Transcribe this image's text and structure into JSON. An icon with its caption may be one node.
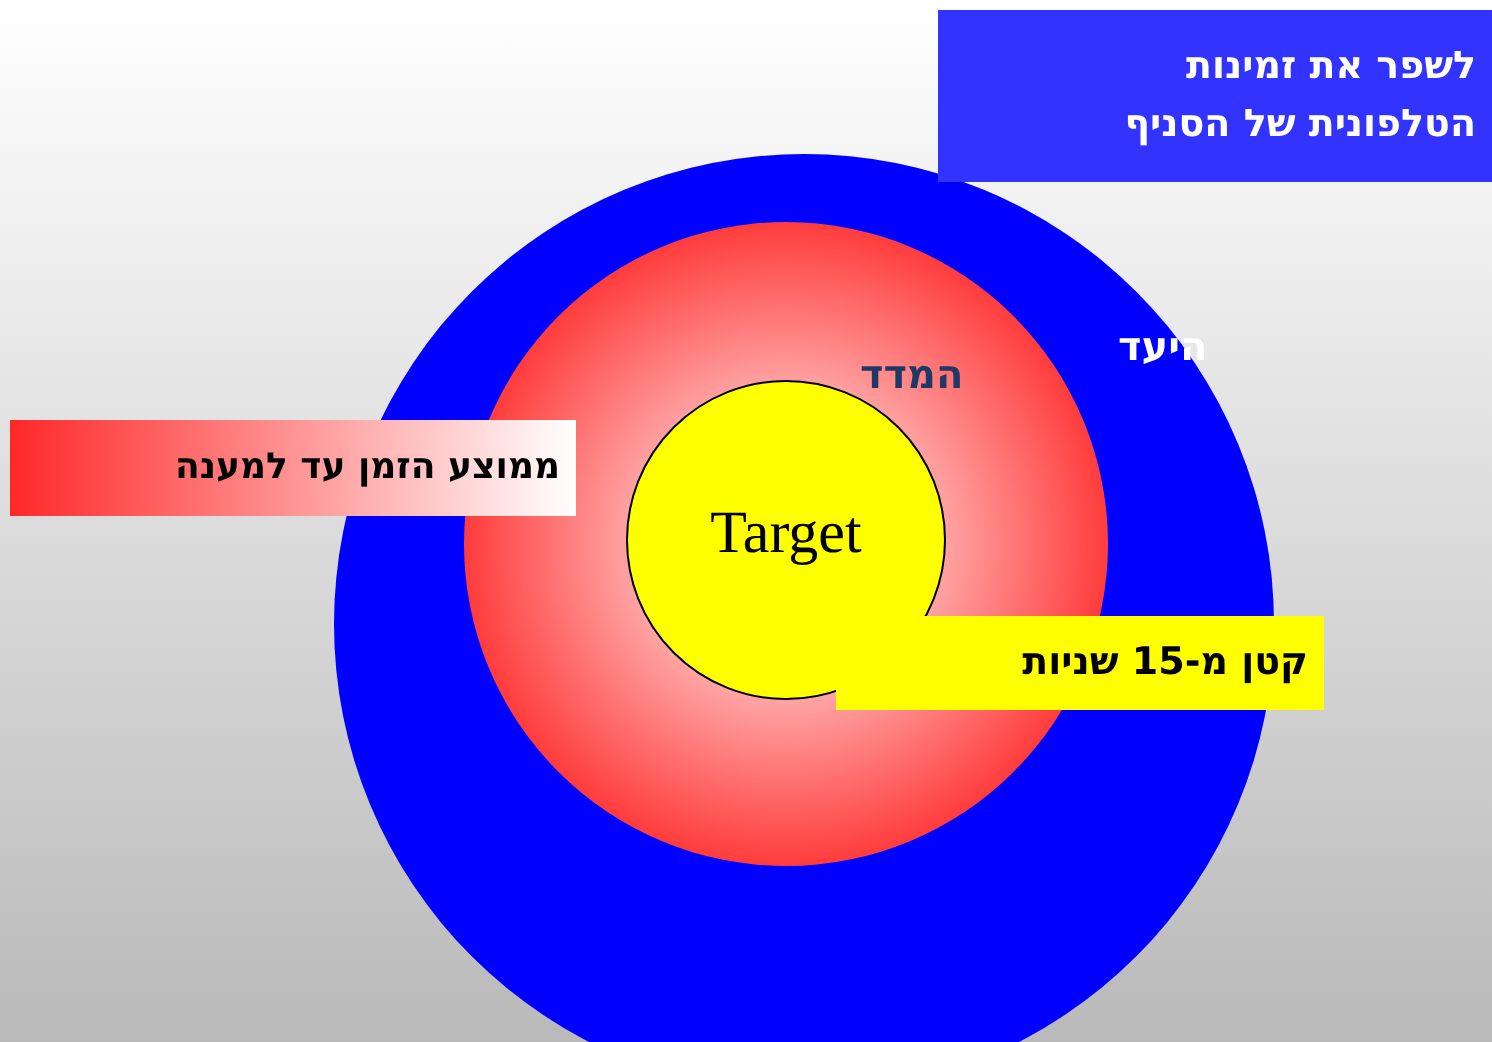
{
  "diagram": {
    "nodes": [
      {
        "text": [
          "היעד"
        ]
      },
      {
        "text": [
          "המדד"
        ],
        "in": 0
      },
      {
        "text": [
          "Target"
        ],
        "in": 1
      },
      {
        "text": [
          "לשפר את זמינות הטלפונית של הסניף"
        ]
      },
      {
        "text": [
          "ממוצע הזמן עד למענה"
        ]
      },
      {
        "text": [
          "קטן מ-15 שניות"
        ]
      }
    ]
  }
}
